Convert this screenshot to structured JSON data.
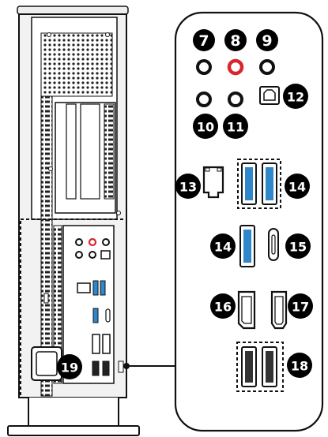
{
  "callouts": [
    {
      "id": "7",
      "label": "7"
    },
    {
      "id": "8",
      "label": "8"
    },
    {
      "id": "9",
      "label": "9"
    },
    {
      "id": "10",
      "label": "10"
    },
    {
      "id": "11",
      "label": "11"
    },
    {
      "id": "12",
      "label": "12"
    },
    {
      "id": "13",
      "label": "13"
    },
    {
      "id": "14a",
      "label": "14"
    },
    {
      "id": "14b",
      "label": "14"
    },
    {
      "id": "15",
      "label": "15"
    },
    {
      "id": "16",
      "label": "16"
    },
    {
      "id": "17",
      "label": "17"
    },
    {
      "id": "18",
      "label": "18"
    },
    {
      "id": "19",
      "label": "19"
    }
  ],
  "colors": {
    "line": "#111111",
    "usb_blue": "#2f86c8",
    "audio_red": "#d9262c",
    "panel_gray": "#d8d8d8",
    "chassis_gray": "#e9e9e9"
  }
}
